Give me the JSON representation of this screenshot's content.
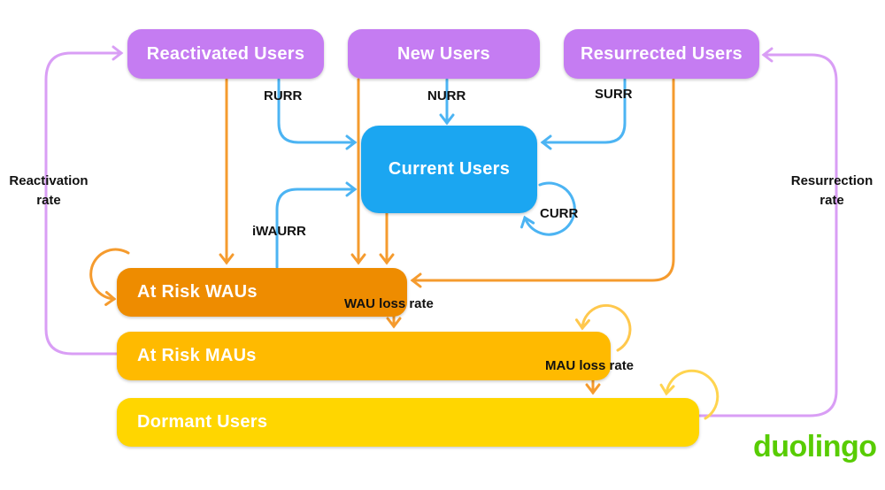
{
  "nodes": {
    "reactivated": {
      "label": "Reactivated Users",
      "color": "#c57cf2"
    },
    "new_users": {
      "label": "New Users",
      "color": "#c57cf2"
    },
    "resurrected": {
      "label": "Resurrected Users",
      "color": "#c57cf2"
    },
    "current": {
      "label": "Current Users",
      "color": "#1ba6f1"
    },
    "at_risk_waus": {
      "label": "At Risk WAUs",
      "color": "#ee8c00"
    },
    "at_risk_maus": {
      "label": "At Risk MAUs",
      "color": "#ffba00"
    },
    "dormant": {
      "label": "Dormant Users",
      "color": "#ffd600"
    }
  },
  "edge_labels": {
    "rurr": "RURR",
    "nurr": "NURR",
    "surr": "SURR",
    "curr": "CURR",
    "iwaurr": "iWAURR",
    "wau_loss": "WAU loss rate",
    "mau_loss": "MAU loss rate",
    "reactivation": "Reactivation rate",
    "resurrection": "Resurrection rate"
  },
  "edges": [
    {
      "from": "reactivated",
      "to": "current",
      "label": "RURR",
      "color": "blue"
    },
    {
      "from": "new_users",
      "to": "current",
      "label": "NURR",
      "color": "blue"
    },
    {
      "from": "resurrected",
      "to": "current",
      "label": "SURR",
      "color": "blue"
    },
    {
      "from": "current",
      "to": "current",
      "label": "CURR",
      "color": "blue"
    },
    {
      "from": "at_risk_waus",
      "to": "current",
      "label": "iWAURR",
      "color": "blue"
    },
    {
      "from": "reactivated",
      "to": "at_risk_waus",
      "label": "",
      "color": "orange"
    },
    {
      "from": "new_users",
      "to": "at_risk_waus",
      "label": "",
      "color": "orange"
    },
    {
      "from": "current",
      "to": "at_risk_waus",
      "label": "",
      "color": "orange"
    },
    {
      "from": "resurrected",
      "to": "at_risk_waus",
      "label": "",
      "color": "orange"
    },
    {
      "from": "at_risk_waus",
      "to": "at_risk_waus",
      "label": "",
      "color": "orange"
    },
    {
      "from": "at_risk_waus",
      "to": "at_risk_maus",
      "label": "WAU loss rate",
      "color": "orange"
    },
    {
      "from": "at_risk_maus",
      "to": "at_risk_maus",
      "label": "",
      "color": "amber"
    },
    {
      "from": "at_risk_maus",
      "to": "dormant",
      "label": "MAU loss rate",
      "color": "orange"
    },
    {
      "from": "dormant",
      "to": "dormant",
      "label": "",
      "color": "yellow"
    },
    {
      "from": "at_risk_maus",
      "to": "reactivated",
      "label": "Reactivation rate",
      "color": "purple"
    },
    {
      "from": "dormant",
      "to": "resurrected",
      "label": "Resurrection rate",
      "color": "purple"
    }
  ],
  "colors": {
    "purple_box": "#c57cf2",
    "blue_box": "#1ba6f1",
    "orange_box": "#ee8c00",
    "amber_box": "#ffba00",
    "yellow_box": "#ffd600",
    "blue_arrow": "#4cb4f3",
    "orange_arrow": "#f59b2e",
    "purple_arrow": "#d99ef5",
    "amber_loop": "#ffc84d",
    "yellow_loop": "#ffd44f",
    "label_black": "#111111",
    "logo_green": "#58cc02"
  },
  "logo": {
    "text": "duolingo"
  }
}
